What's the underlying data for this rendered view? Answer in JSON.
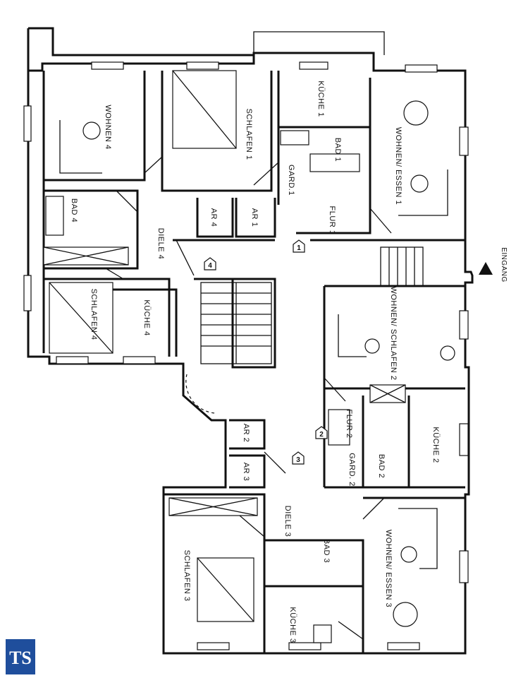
{
  "rooms": {
    "wohnen4": "WOHNEN 4",
    "schlafen1": "SCHLAFEN 1",
    "kueche1": "KÜCHE 1",
    "bad1": "BAD 1",
    "gard1": "GARD.1",
    "wohnen_essen1": "WOHNEN/ ESSEN 1",
    "flur1": "FLUR 1",
    "ar4": "AR 4",
    "ar1": "AR 1",
    "bad4": "BAD 4",
    "diele4": "DIELE 4",
    "schlafen4": "SCHLAFEN 4",
    "kueche4": "KÜCHE 4",
    "wohnen_schlafen2": "WOHNEN/ SCHLAFEN 2",
    "flur2": "FLUR 2",
    "kueche2": "KÜCHE 2",
    "bad2": "BAD 2",
    "gard2": "GARD. 2",
    "ar2": "AR 2",
    "ar3": "AR 3",
    "diele3": "DIELE 3",
    "schlafen3": "SCHLAFEN 3",
    "bad3": "BAD 3",
    "wohnen_essen3": "WOHNEN/ ESSEN 3",
    "kueche3": "KÜCHE 3"
  },
  "entrance": "EINGANG",
  "unit_markers": [
    "4",
    "1",
    "2",
    "3"
  ],
  "logo": "TS",
  "colors": {
    "logo": "#1f4e9c",
    "line": "#111111"
  }
}
